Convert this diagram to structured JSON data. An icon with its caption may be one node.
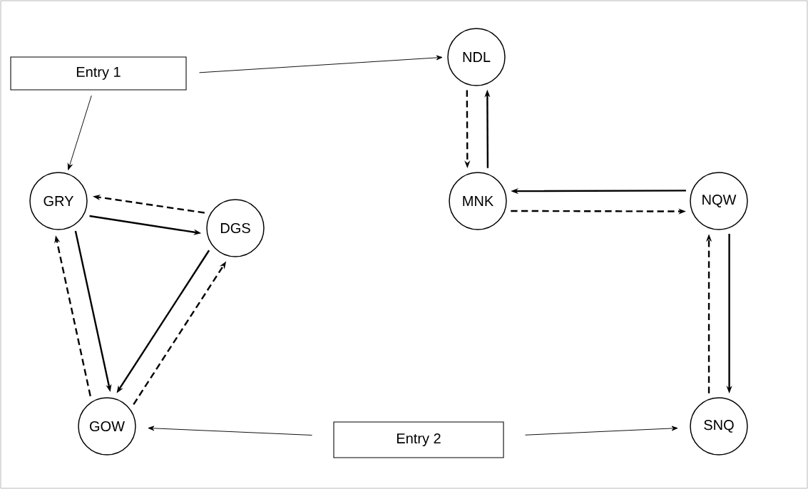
{
  "diagram": {
    "nodes": [
      {
        "text": [
          "Entry 1"
        ]
      },
      {
        "text": [
          "NDL"
        ]
      },
      {
        "text": [
          "GRY"
        ]
      },
      {
        "text": [
          "DGS"
        ]
      },
      {
        "text": [
          "MNK"
        ]
      },
      {
        "text": [
          "NQW"
        ]
      },
      {
        "text": [
          "GOW"
        ]
      },
      {
        "text": [
          "SNQ"
        ]
      },
      {
        "text": [
          "Entry 2"
        ]
      }
    ],
    "edges": [
      {
        "from": 0,
        "to": 1,
        "arrow": "to"
      },
      {
        "from": 0,
        "to": 2,
        "arrow": "to"
      },
      {
        "from": 3,
        "to": 2,
        "arrow": "to",
        "style": "dashed"
      },
      {
        "from": 2,
        "to": 3,
        "arrow": "to"
      },
      {
        "from": 2,
        "to": 6,
        "arrow": "to"
      },
      {
        "from": 6,
        "to": 2,
        "arrow": "to",
        "style": "dashed"
      },
      {
        "from": 3,
        "to": 6,
        "arrow": "to"
      },
      {
        "from": 6,
        "to": 3,
        "arrow": "to",
        "style": "dashed"
      },
      {
        "from": 1,
        "to": 4,
        "arrow": "to",
        "style": "dashed"
      },
      {
        "from": 4,
        "to": 1,
        "arrow": "to"
      },
      {
        "from": 5,
        "to": 4,
        "arrow": "to"
      },
      {
        "from": 4,
        "to": 5,
        "arrow": "to",
        "style": "dashed"
      },
      {
        "from": 5,
        "to": 7,
        "arrow": "to"
      },
      {
        "from": 7,
        "to": 5,
        "arrow": "to",
        "style": "dashed"
      },
      {
        "from": 8,
        "to": 6,
        "arrow": "to"
      },
      {
        "from": 8,
        "to": 7,
        "arrow": "to"
      }
    ]
  }
}
